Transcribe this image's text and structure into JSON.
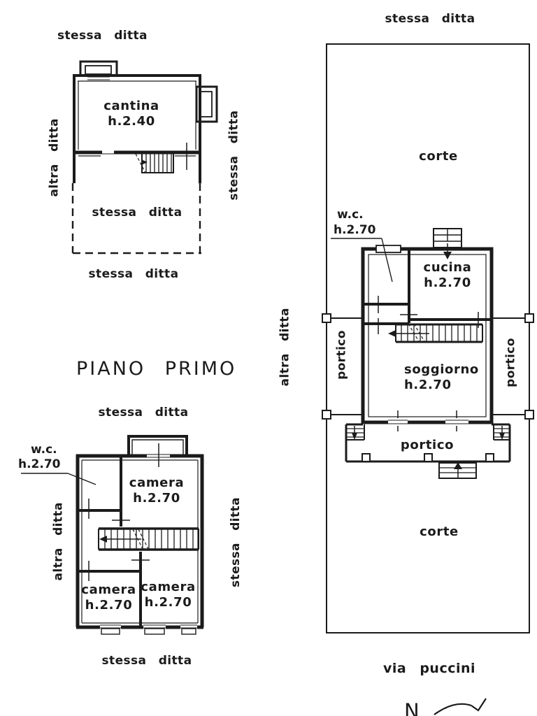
{
  "ink": "#1b1b1b",
  "paper": "#ffffff",
  "plan_cantina": {
    "boundary_top": "stessa ditta",
    "boundary_left": "altra ditta",
    "boundary_right": "stessa ditta",
    "boundary_inside": "stessa ditta",
    "boundary_bottom": "stessa ditta",
    "room_cantina": {
      "name": "cantina",
      "height": "h.2.40"
    }
  },
  "plan_piano_primo": {
    "title": "PIANO PRIMO",
    "boundary_top": "stessa ditta",
    "boundary_left": "altra ditta",
    "boundary_right": "stessa ditta",
    "boundary_bottom": "stessa ditta",
    "room_wc": {
      "name": "w.c.",
      "height": "h.2.70"
    },
    "room_camera_top": {
      "name": "camera",
      "height": "h.2.70"
    },
    "room_camera_bottom_left": {
      "name": "camera",
      "height": "h.2.70"
    },
    "room_camera_bottom_right": {
      "name": "camera",
      "height": "h.2.70"
    }
  },
  "plan_ground_floor": {
    "boundary_top": "stessa ditta",
    "boundary_left": "altra ditta",
    "courtyard_back": "corte",
    "courtyard_front": "corte",
    "room_wc": {
      "name": "w.c.",
      "height": "h.2.70"
    },
    "room_cucina": {
      "name": "cucina",
      "height": "h.2.70"
    },
    "room_soggiorno": {
      "name": "soggiorno",
      "height": "h.2.70"
    },
    "portico_left": "portico",
    "portico_right": "portico",
    "portico_front": "portico",
    "street": "via puccini",
    "north_letter": "N"
  }
}
